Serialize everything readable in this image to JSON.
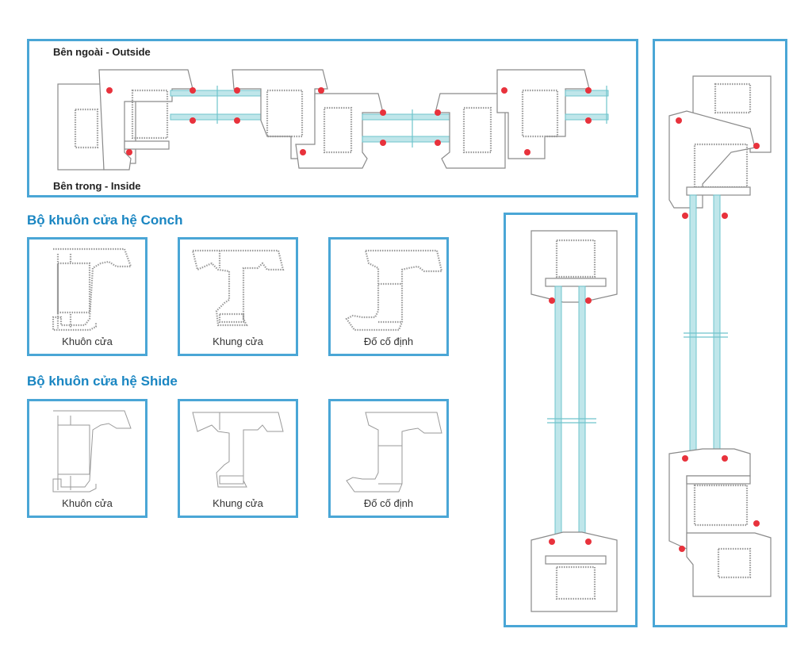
{
  "top_panel": {
    "outside_label": "Bên ngoài - Outside",
    "inside_label": "Bên trong - Inside"
  },
  "sections": [
    {
      "title": "Bộ khuôn cửa hệ Conch",
      "style": "dotted",
      "cards": [
        {
          "caption": "Khuôn cửa"
        },
        {
          "caption": "Khung cửa"
        },
        {
          "caption": "Đố cố định"
        }
      ]
    },
    {
      "title": "Bộ khuôn cửa hệ Shide",
      "style": "outline",
      "cards": [
        {
          "caption": "Khuôn cửa"
        },
        {
          "caption": "Khung cửa"
        },
        {
          "caption": "Đố cố định"
        }
      ]
    }
  ],
  "vertical_sections": [
    {
      "name": "fixed-window-section"
    },
    {
      "name": "sash-window-section"
    }
  ],
  "colors": {
    "border": "#4aa6d6",
    "title": "#1a86c2",
    "gasket": "#e8323c",
    "glass": "#bfe6ea"
  }
}
